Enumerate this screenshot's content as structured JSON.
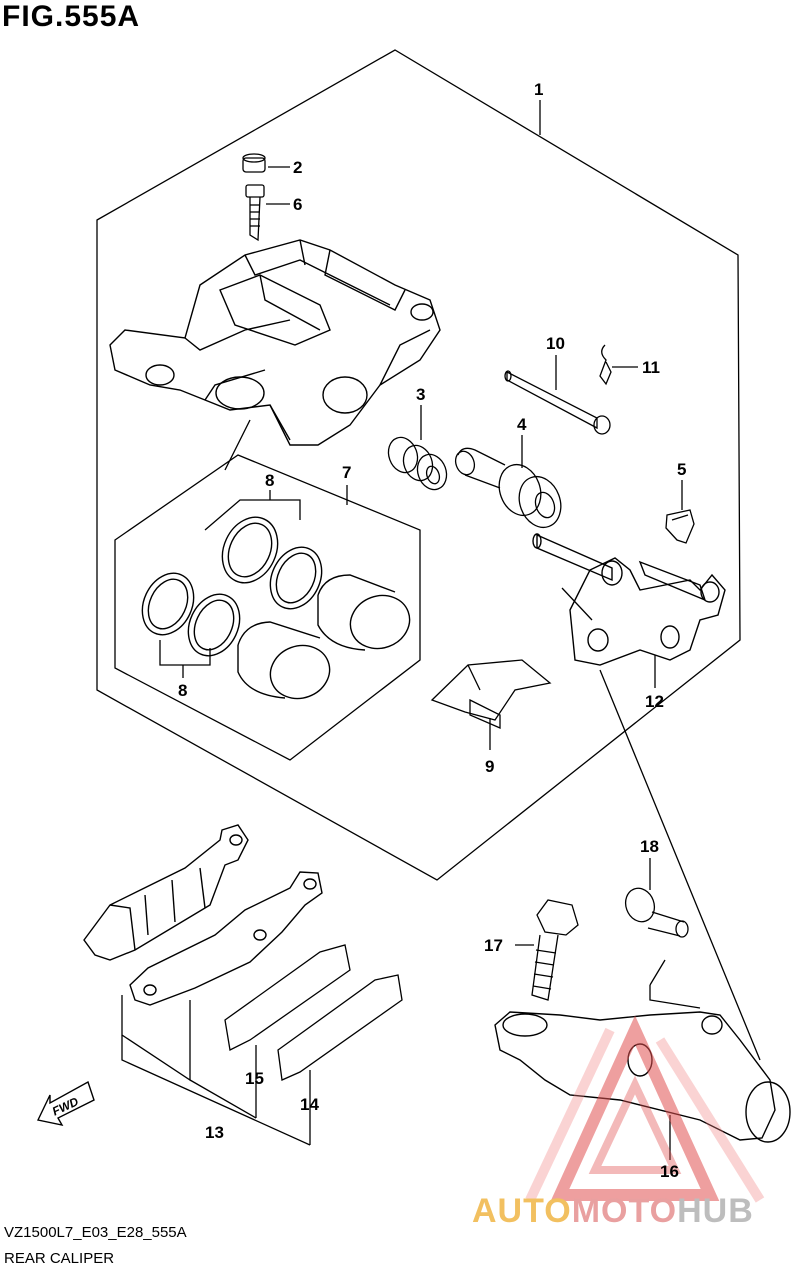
{
  "figure": {
    "title": "FIG.555A"
  },
  "footer": {
    "code": "VZ1500L7_E03_E28_555A",
    "description": "REAR CALIPER"
  },
  "fwd_label": "FWD",
  "watermark": {
    "part1": "AUTO",
    "part2": "MOTO",
    "part3": "HUB"
  },
  "callouts": [
    {
      "id": "1",
      "text": "1"
    },
    {
      "id": "2",
      "text": "2"
    },
    {
      "id": "6",
      "text": "6"
    },
    {
      "id": "10",
      "text": "10"
    },
    {
      "id": "11",
      "text": "11"
    },
    {
      "id": "3",
      "text": "3"
    },
    {
      "id": "4",
      "text": "4"
    },
    {
      "id": "5",
      "text": "5"
    },
    {
      "id": "7",
      "text": "7"
    },
    {
      "id": "8a",
      "text": "8"
    },
    {
      "id": "8b",
      "text": "8"
    },
    {
      "id": "12",
      "text": "12"
    },
    {
      "id": "9",
      "text": "9"
    },
    {
      "id": "18",
      "text": "18"
    },
    {
      "id": "17",
      "text": "17"
    },
    {
      "id": "15",
      "text": "15"
    },
    {
      "id": "14",
      "text": "14"
    },
    {
      "id": "13",
      "text": "13"
    },
    {
      "id": "16",
      "text": "16"
    }
  ],
  "colors": {
    "line": "#000000",
    "background": "#ffffff",
    "watermark_red": "#e05050",
    "watermark_gold": "#f2c060",
    "watermark_grey": "#bdbdbd"
  }
}
